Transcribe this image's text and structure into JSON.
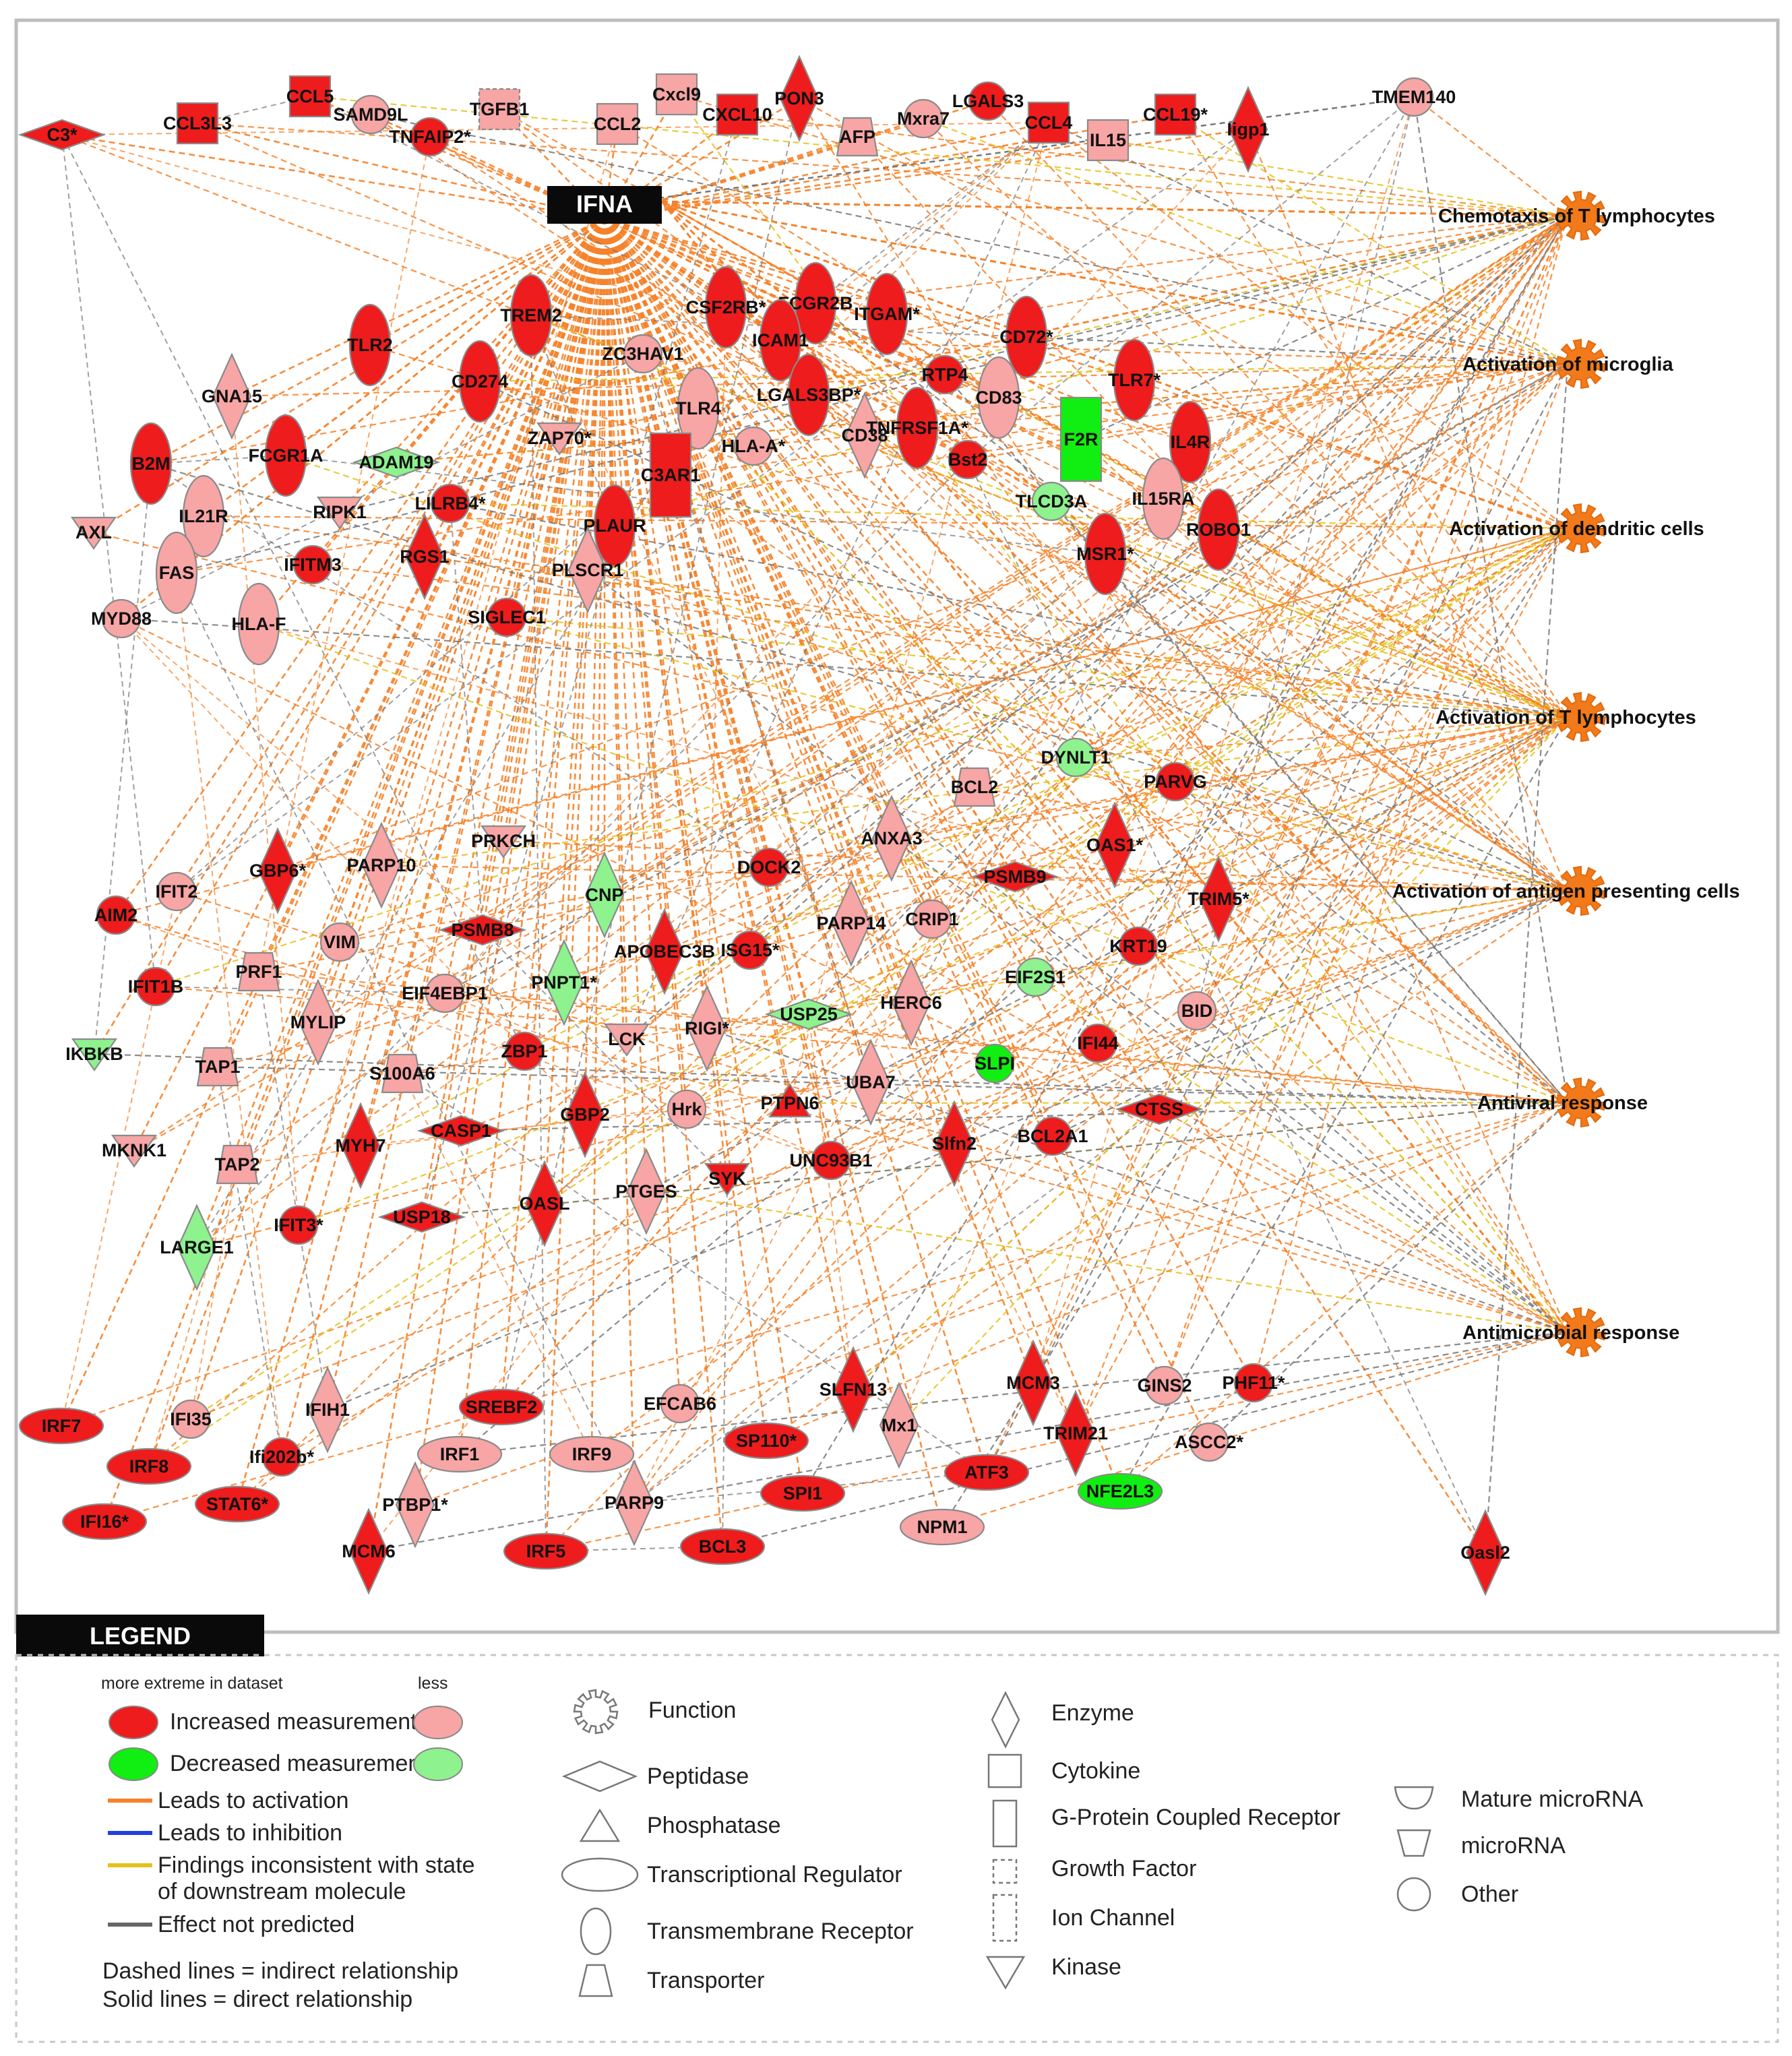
{
  "diagram": {
    "hub": {
      "id": "IFNA",
      "label": "IFNA"
    },
    "functions": [
      {
        "id": "f1",
        "label": "Chemotaxis of T lymphocytes"
      },
      {
        "id": "f2",
        "label": "Activation of microglia"
      },
      {
        "id": "f3",
        "label": "Activation of dendritic cells"
      },
      {
        "id": "f4",
        "label": "Activation of T lymphocytes"
      },
      {
        "id": "f5",
        "label": "Activation of antigen presenting cells"
      },
      {
        "id": "f6",
        "label": "Antiviral response"
      },
      {
        "id": "f7",
        "label": "Antimicrobial response"
      }
    ],
    "nodes": [
      {
        "id": "C3",
        "label": "C3*",
        "shape": "peptidase",
        "color": "red"
      },
      {
        "id": "CCL3L3",
        "label": "CCL3L3",
        "shape": "cytokine",
        "color": "red"
      },
      {
        "id": "CCL5",
        "label": "CCL5",
        "shape": "cytokine",
        "color": "red"
      },
      {
        "id": "SAMD9L",
        "label": "SAMD9L",
        "shape": "other",
        "color": "pink"
      },
      {
        "id": "TNFAIP2",
        "label": "TNFAIP2*",
        "shape": "other",
        "color": "red"
      },
      {
        "id": "TGFB1",
        "label": "TGFB1",
        "shape": "growth",
        "color": "pink"
      },
      {
        "id": "CCL2",
        "label": "CCL2",
        "shape": "cytokine",
        "color": "pink"
      },
      {
        "id": "Cxcl9",
        "label": "Cxcl9",
        "shape": "cytokine",
        "color": "pink"
      },
      {
        "id": "CXCL10",
        "label": "CXCL10",
        "shape": "cytokine",
        "color": "red"
      },
      {
        "id": "PON3",
        "label": "PON3",
        "shape": "enzyme",
        "color": "red"
      },
      {
        "id": "AFP",
        "label": "AFP",
        "shape": "transporter",
        "color": "pink"
      },
      {
        "id": "Mxra7",
        "label": "Mxra7",
        "shape": "other",
        "color": "pink"
      },
      {
        "id": "LGALS3",
        "label": "LGALS3",
        "shape": "other",
        "color": "red"
      },
      {
        "id": "CCL4",
        "label": "CCL4",
        "shape": "cytokine",
        "color": "red"
      },
      {
        "id": "IL15",
        "label": "IL15",
        "shape": "cytokine",
        "color": "pink"
      },
      {
        "id": "CCL19",
        "label": "CCL19*",
        "shape": "cytokine",
        "color": "red"
      },
      {
        "id": "Iigp1",
        "label": "Iigp1",
        "shape": "enzyme",
        "color": "red"
      },
      {
        "id": "TMEM140",
        "label": "TMEM140",
        "shape": "other",
        "color": "pink"
      },
      {
        "id": "CSF2RB",
        "label": "CSF2RB*",
        "shape": "tmreceptor",
        "color": "red"
      },
      {
        "id": "FCGR2B",
        "label": "FCGR2B",
        "shape": "tmreceptor",
        "color": "red"
      },
      {
        "id": "ITGAM",
        "label": "ITGAM*",
        "shape": "tmreceptor",
        "color": "red"
      },
      {
        "id": "TREM2",
        "label": "TREM2",
        "shape": "tmreceptor",
        "color": "red"
      },
      {
        "id": "TLR2",
        "label": "TLR2",
        "shape": "tmreceptor",
        "color": "red"
      },
      {
        "id": "ICAM1",
        "label": "ICAM1",
        "shape": "tmreceptor",
        "color": "red"
      },
      {
        "id": "CD72",
        "label": "CD72*",
        "shape": "tmreceptor",
        "color": "red"
      },
      {
        "id": "ZC3HAV1",
        "label": "ZC3HAV1",
        "shape": "other",
        "color": "pink"
      },
      {
        "id": "RTP4",
        "label": "RTP4",
        "shape": "other",
        "color": "red"
      },
      {
        "id": "TLR7",
        "label": "TLR7*",
        "shape": "tmreceptor",
        "color": "red"
      },
      {
        "id": "GNA15",
        "label": "GNA15",
        "shape": "enzyme",
        "color": "pink"
      },
      {
        "id": "CD274",
        "label": "CD274",
        "shape": "tmreceptor",
        "color": "red"
      },
      {
        "id": "TLR4",
        "label": "TLR4",
        "shape": "tmreceptor",
        "color": "pink"
      },
      {
        "id": "LGALS3BP",
        "label": "LGALS3BP*",
        "shape": "tmreceptor",
        "color": "red"
      },
      {
        "id": "CD83",
        "label": "CD83",
        "shape": "tmreceptor",
        "color": "pink"
      },
      {
        "id": "F2R",
        "label": "F2R",
        "shape": "gpcr",
        "color": "green"
      },
      {
        "id": "IL4R",
        "label": "IL4R",
        "shape": "tmreceptor",
        "color": "red"
      },
      {
        "id": "B2M",
        "label": "B2M",
        "shape": "tmreceptor",
        "color": "red"
      },
      {
        "id": "FCGR1A",
        "label": "FCGR1A",
        "shape": "tmreceptor",
        "color": "red"
      },
      {
        "id": "ADAM19",
        "label": "ADAM19",
        "shape": "peptidase",
        "color": "lightgreen"
      },
      {
        "id": "ZAP70",
        "label": "ZAP70*",
        "shape": "kinase",
        "color": "pink"
      },
      {
        "id": "CD38",
        "label": "CD38",
        "shape": "enzyme",
        "color": "pink"
      },
      {
        "id": "TNFRSF1A",
        "label": "TNFRSF1A*",
        "shape": "tmreceptor",
        "color": "red"
      },
      {
        "id": "HLA-A",
        "label": "HLA-A*",
        "shape": "other",
        "color": "pink"
      },
      {
        "id": "Bst2",
        "label": "Bst2",
        "shape": "other",
        "color": "red"
      },
      {
        "id": "C3AR1",
        "label": "C3AR1",
        "shape": "gpcr",
        "color": "red"
      },
      {
        "id": "AXL",
        "label": "AXL",
        "shape": "kinase",
        "color": "pink"
      },
      {
        "id": "IL21R",
        "label": "IL21R",
        "shape": "tmreceptor",
        "color": "pink"
      },
      {
        "id": "RIPK1",
        "label": "RIPK1",
        "shape": "kinase",
        "color": "pink"
      },
      {
        "id": "LILRB4",
        "label": "LILRB4*",
        "shape": "other",
        "color": "red"
      },
      {
        "id": "TLCD3A",
        "label": "TLCD3A",
        "shape": "other",
        "color": "lightgreen"
      },
      {
        "id": "IL15RA",
        "label": "IL15RA",
        "shape": "tmreceptor",
        "color": "pink"
      },
      {
        "id": "ROBO1",
        "label": "ROBO1",
        "shape": "tmreceptor",
        "color": "red"
      },
      {
        "id": "FAS",
        "label": "FAS",
        "shape": "tmreceptor",
        "color": "pink"
      },
      {
        "id": "IFITM3",
        "label": "IFITM3",
        "shape": "other",
        "color": "red"
      },
      {
        "id": "RGS1",
        "label": "RGS1",
        "shape": "enzyme",
        "color": "red"
      },
      {
        "id": "PLAUR",
        "label": "PLAUR",
        "shape": "tmreceptor",
        "color": "red"
      },
      {
        "id": "PLSCR1",
        "label": "PLSCR1",
        "shape": "enzyme",
        "color": "pink"
      },
      {
        "id": "MSR1",
        "label": "MSR1*",
        "shape": "tmreceptor",
        "color": "red"
      },
      {
        "id": "MYD88",
        "label": "MYD88",
        "shape": "other",
        "color": "pink"
      },
      {
        "id": "HLA-F",
        "label": "HLA-F",
        "shape": "tmreceptor",
        "color": "pink"
      },
      {
        "id": "SIGLEC1",
        "label": "SIGLEC1",
        "shape": "other",
        "color": "red"
      },
      {
        "id": "DYNLT1",
        "label": "DYNLT1",
        "shape": "other",
        "color": "lightgreen"
      },
      {
        "id": "BCL2",
        "label": "BCL2",
        "shape": "transporter",
        "color": "pink"
      },
      {
        "id": "PARVG",
        "label": "PARVG",
        "shape": "other",
        "color": "red"
      },
      {
        "id": "ANXA3",
        "label": "ANXA3",
        "shape": "enzyme",
        "color": "pink"
      },
      {
        "id": "OAS1",
        "label": "OAS1*",
        "shape": "enzyme",
        "color": "red"
      },
      {
        "id": "PARP10",
        "label": "PARP10",
        "shape": "enzyme",
        "color": "pink"
      },
      {
        "id": "PRKCH",
        "label": "PRKCH",
        "shape": "kinase",
        "color": "pink"
      },
      {
        "id": "GBP6",
        "label": "GBP6*",
        "shape": "enzyme",
        "color": "red"
      },
      {
        "id": "IFIT2",
        "label": "IFIT2",
        "shape": "other",
        "color": "pink"
      },
      {
        "id": "CNP",
        "label": "CNP",
        "shape": "enzyme",
        "color": "lightgreen"
      },
      {
        "id": "DOCK2",
        "label": "DOCK2",
        "shape": "other",
        "color": "red"
      },
      {
        "id": "PSMB9",
        "label": "PSMB9",
        "shape": "peptidase",
        "color": "red"
      },
      {
        "id": "TRIM5",
        "label": "TRIM5*",
        "shape": "enzyme",
        "color": "red"
      },
      {
        "id": "AIM2",
        "label": "AIM2",
        "shape": "other",
        "color": "red"
      },
      {
        "id": "PSMB8",
        "label": "PSMB8",
        "shape": "peptidase",
        "color": "red"
      },
      {
        "id": "VIM",
        "label": "VIM",
        "shape": "other",
        "color": "pink"
      },
      {
        "id": "APOBEC3B",
        "label": "APOBEC3B",
        "shape": "enzyme",
        "color": "red"
      },
      {
        "id": "ISG15",
        "label": "ISG15*",
        "shape": "other",
        "color": "red"
      },
      {
        "id": "PARP14",
        "label": "PARP14",
        "shape": "enzyme",
        "color": "pink"
      },
      {
        "id": "CRIP1",
        "label": "CRIP1",
        "shape": "other",
        "color": "pink"
      },
      {
        "id": "KRT19",
        "label": "KRT19",
        "shape": "other",
        "color": "red"
      },
      {
        "id": "PRF1",
        "label": "PRF1",
        "shape": "transporter",
        "color": "pink"
      },
      {
        "id": "PNPT1",
        "label": "PNPT1*",
        "shape": "enzyme",
        "color": "lightgreen"
      },
      {
        "id": "EIF4EBP1",
        "label": "EIF4EBP1",
        "shape": "other",
        "color": "pink"
      },
      {
        "id": "EIF2S1",
        "label": "EIF2S1",
        "shape": "other",
        "color": "lightgreen"
      },
      {
        "id": "IFIT1B",
        "label": "IFIT1B",
        "shape": "other",
        "color": "red"
      },
      {
        "id": "MYLIP",
        "label": "MYLIP",
        "shape": "enzyme",
        "color": "pink"
      },
      {
        "id": "USP25",
        "label": "USP25",
        "shape": "peptidase",
        "color": "lightgreen"
      },
      {
        "id": "HERC6",
        "label": "HERC6",
        "shape": "enzyme",
        "color": "pink"
      },
      {
        "id": "BID",
        "label": "BID",
        "shape": "other",
        "color": "pink"
      },
      {
        "id": "IKBKB",
        "label": "IKBKB",
        "shape": "kinase",
        "color": "lightgreen"
      },
      {
        "id": "LCK",
        "label": "LCK",
        "shape": "kinase",
        "color": "pink"
      },
      {
        "id": "RIGI",
        "label": "RIGI*",
        "shape": "enzyme",
        "color": "pink"
      },
      {
        "id": "SLPI",
        "label": "SLPI",
        "shape": "other",
        "color": "green"
      },
      {
        "id": "IFI44",
        "label": "IFI44",
        "shape": "other",
        "color": "red"
      },
      {
        "id": "TAP1",
        "label": "TAP1",
        "shape": "transporter",
        "color": "pink"
      },
      {
        "id": "S100A6",
        "label": "S100A6",
        "shape": "transporter",
        "color": "pink"
      },
      {
        "id": "ZBP1",
        "label": "ZBP1",
        "shape": "other",
        "color": "red"
      },
      {
        "id": "PTPN6",
        "label": "PTPN6",
        "shape": "phosphatase",
        "color": "red"
      },
      {
        "id": "UBA7",
        "label": "UBA7",
        "shape": "enzyme",
        "color": "pink"
      },
      {
        "id": "CTSS",
        "label": "CTSS",
        "shape": "peptidase",
        "color": "red"
      },
      {
        "id": "MKNK1",
        "label": "MKNK1",
        "shape": "kinase",
        "color": "pink"
      },
      {
        "id": "MYH7",
        "label": "MYH7",
        "shape": "enzyme",
        "color": "red"
      },
      {
        "id": "CASP1",
        "label": "CASP1",
        "shape": "peptidase",
        "color": "red"
      },
      {
        "id": "GBP2",
        "label": "GBP2",
        "shape": "enzyme",
        "color": "red"
      },
      {
        "id": "Hrk",
        "label": "Hrk",
        "shape": "other",
        "color": "pink"
      },
      {
        "id": "Slfn2",
        "label": "Slfn2",
        "shape": "enzyme",
        "color": "red"
      },
      {
        "id": "BCL2A1",
        "label": "BCL2A1",
        "shape": "other",
        "color": "red"
      },
      {
        "id": "TAP2",
        "label": "TAP2",
        "shape": "transporter",
        "color": "pink"
      },
      {
        "id": "UNC93B1",
        "label": "UNC93B1",
        "shape": "other",
        "color": "red"
      },
      {
        "id": "SYK",
        "label": "SYK",
        "shape": "kinase",
        "color": "red"
      },
      {
        "id": "PTGES",
        "label": "PTGES",
        "shape": "enzyme",
        "color": "pink"
      },
      {
        "id": "OASL",
        "label": "OASL",
        "shape": "enzyme",
        "color": "red"
      },
      {
        "id": "USP18",
        "label": "USP18",
        "shape": "peptidase",
        "color": "red"
      },
      {
        "id": "IFIT3",
        "label": "IFIT3*",
        "shape": "other",
        "color": "red"
      },
      {
        "id": "LARGE1",
        "label": "LARGE1",
        "shape": "enzyme",
        "color": "lightgreen"
      },
      {
        "id": "IRF7",
        "label": "IRF7",
        "shape": "txreg",
        "color": "red"
      },
      {
        "id": "IFI35",
        "label": "IFI35",
        "shape": "other",
        "color": "pink"
      },
      {
        "id": "IFIH1",
        "label": "IFIH1",
        "shape": "enzyme",
        "color": "pink"
      },
      {
        "id": "SREBF2",
        "label": "SREBF2",
        "shape": "txreg",
        "color": "red"
      },
      {
        "id": "EFCAB6",
        "label": "EFCAB6",
        "shape": "other",
        "color": "pink"
      },
      {
        "id": "SLFN13",
        "label": "SLFN13",
        "shape": "enzyme",
        "color": "red"
      },
      {
        "id": "MCM3",
        "label": "MCM3",
        "shape": "enzyme",
        "color": "red"
      },
      {
        "id": "GINS2",
        "label": "GINS2",
        "shape": "other",
        "color": "pink"
      },
      {
        "id": "PHF11",
        "label": "PHF11*",
        "shape": "other",
        "color": "red"
      },
      {
        "id": "IRF8",
        "label": "IRF8",
        "shape": "txreg",
        "color": "red"
      },
      {
        "id": "Ifi202b",
        "label": "Ifi202b*",
        "shape": "other",
        "color": "red"
      },
      {
        "id": "IRF1",
        "label": "IRF1",
        "shape": "txreg",
        "color": "pink"
      },
      {
        "id": "IRF9",
        "label": "IRF9",
        "shape": "txreg",
        "color": "pink"
      },
      {
        "id": "SP110",
        "label": "SP110*",
        "shape": "txreg",
        "color": "red"
      },
      {
        "id": "Mx1",
        "label": "Mx1",
        "shape": "enzyme",
        "color": "pink"
      },
      {
        "id": "TRIM21",
        "label": "TRIM21",
        "shape": "enzyme",
        "color": "red"
      },
      {
        "id": "ASCC2",
        "label": "ASCC2*",
        "shape": "other",
        "color": "pink"
      },
      {
        "id": "ATF3",
        "label": "ATF3",
        "shape": "txreg",
        "color": "red"
      },
      {
        "id": "IFI16",
        "label": "IFI16*",
        "shape": "txreg",
        "color": "red"
      },
      {
        "id": "STAT6",
        "label": "STAT6*",
        "shape": "txreg",
        "color": "red"
      },
      {
        "id": "PTBP1",
        "label": "PTBP1*",
        "shape": "enzyme",
        "color": "pink"
      },
      {
        "id": "PARP9",
        "label": "PARP9",
        "shape": "enzyme",
        "color": "pink"
      },
      {
        "id": "SPI1",
        "label": "SPI1",
        "shape": "txreg",
        "color": "red"
      },
      {
        "id": "NFE2L3",
        "label": "NFE2L3",
        "shape": "txreg",
        "color": "green"
      },
      {
        "id": "MCM6",
        "label": "MCM6",
        "shape": "enzyme",
        "color": "red"
      },
      {
        "id": "IRF5",
        "label": "IRF5",
        "shape": "txreg",
        "color": "red"
      },
      {
        "id": "BCL3",
        "label": "BCL3",
        "shape": "txreg",
        "color": "red"
      },
      {
        "id": "NPM1",
        "label": "NPM1",
        "shape": "txreg",
        "color": "pink"
      },
      {
        "id": "Oasl2",
        "label": "Oasl2",
        "shape": "enzyme",
        "color": "red"
      }
    ]
  },
  "colors": {
    "red": "#ee1c1c",
    "pink": "#f7a5a5",
    "green": "#11ee11",
    "lightgreen": "#8ef28e",
    "activation": "#f5822a",
    "inhibition": "#2240e0",
    "inconsistent": "#e3c21a",
    "not_predicted": "#777777",
    "function_fill": "#f27a1a"
  },
  "legend": {
    "title": "LEGEND",
    "more_extreme": "more extreme in dataset",
    "less": "less",
    "increased": "Increased measurement",
    "decreased": "Decreased measurement",
    "activation": "Leads to activation",
    "inhibition": "Leads to inhibition",
    "inconsistent_1": "Findings inconsistent with state",
    "inconsistent_2": "of downstream molecule",
    "not_predicted": "Effect not predicted",
    "dashed": "Dashed lines = indirect relationship",
    "solid": "Solid lines = direct relationship",
    "shapes": {
      "function": "Function",
      "peptidase": "Peptidase",
      "phosphatase": "Phosphatase",
      "txreg": "Transcriptional Regulator",
      "tmreceptor": "Transmembrane Receptor",
      "transporter": "Transporter",
      "enzyme": "Enzyme",
      "cytokine": "Cytokine",
      "gpcr": "G-Protein Coupled Receptor",
      "growth": "Growth Factor",
      "ion": "Ion Channel",
      "kinase": "Kinase",
      "mature_mirna": "Mature microRNA",
      "mirna": "microRNA",
      "other": "Other"
    }
  }
}
